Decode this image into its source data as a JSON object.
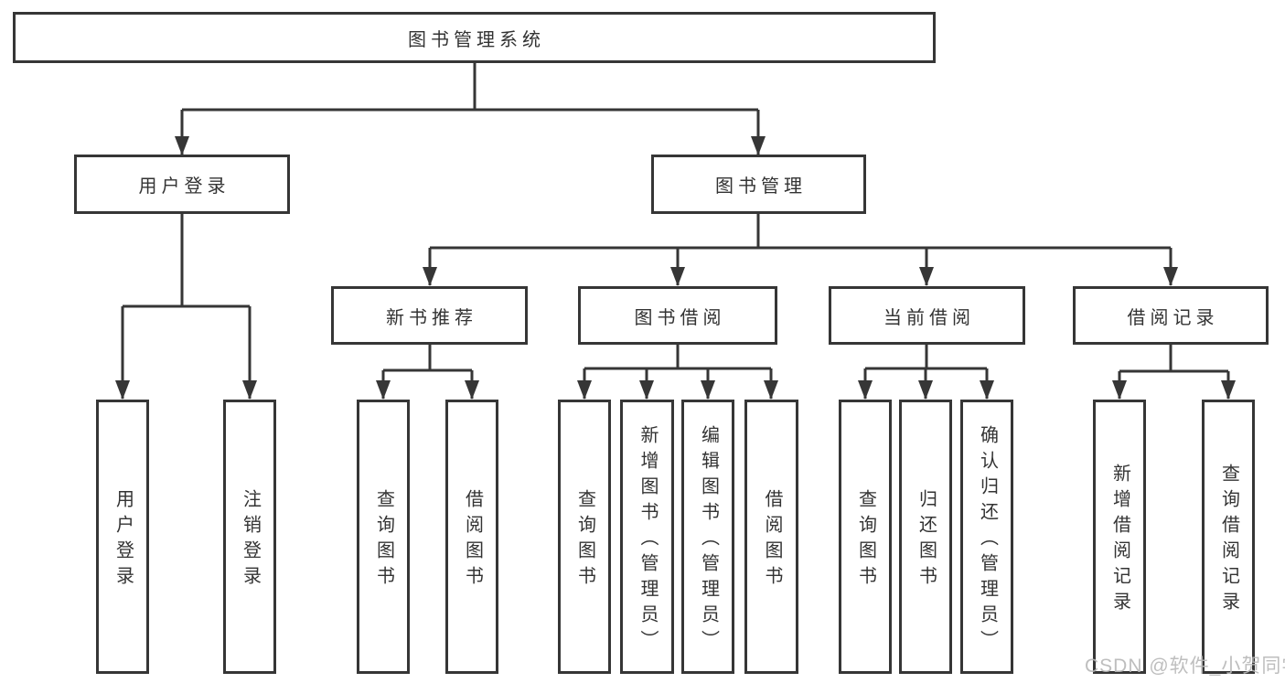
{
  "tree": {
    "label": "图书管理系统",
    "children": [
      {
        "label": "用户登录",
        "children": [
          {
            "label": "用户登录"
          },
          {
            "label": "注销登录"
          }
        ]
      },
      {
        "label": "图书管理",
        "children": [
          {
            "label": "新书推荐",
            "children": [
              {
                "label": "查询图书"
              },
              {
                "label": "借阅图书"
              }
            ]
          },
          {
            "label": "图书借阅",
            "children": [
              {
                "label": "查询图书"
              },
              {
                "label": "新增图书（管理员）"
              },
              {
                "label": "编辑图书（管理员）"
              },
              {
                "label": "借阅图书"
              }
            ]
          },
          {
            "label": "当前借阅",
            "children": [
              {
                "label": "查询图书"
              },
              {
                "label": "归还图书"
              },
              {
                "label": "确认归还（管理员）"
              }
            ]
          },
          {
            "label": "借阅记录",
            "children": [
              {
                "label": "新增借阅记录"
              },
              {
                "label": "查询借阅记录"
              }
            ]
          }
        ]
      }
    ]
  },
  "watermark": {
    "text": "CSDN @软件_小贺同学"
  },
  "colors": {
    "line": "#363636",
    "text": "#333333",
    "background": "#ffffff",
    "watermark": "#b9b9b9"
  }
}
